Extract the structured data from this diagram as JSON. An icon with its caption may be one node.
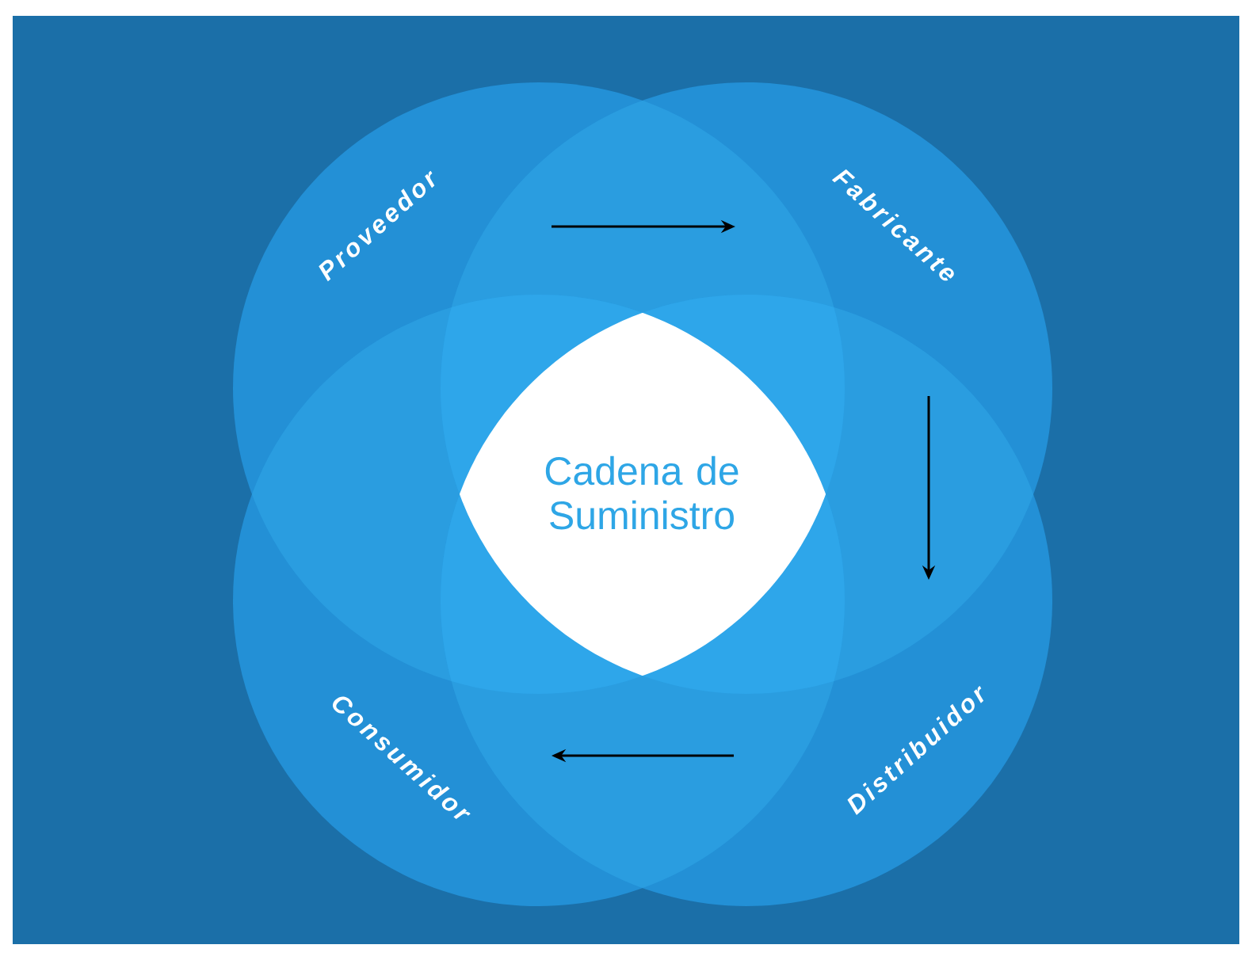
{
  "diagram": {
    "nodes": [
      {
        "text": [
          "Proveedor"
        ]
      },
      {
        "text": [
          "Fabricante"
        ]
      },
      {
        "text": [
          "Cadena de Suministro"
        ]
      },
      {
        "text": [
          "Consumidor"
        ]
      },
      {
        "text": [
          "Distribuidor"
        ]
      }
    ],
    "edges": [
      {
        "from": 0,
        "to": 1,
        "arrow": "to"
      },
      {
        "from": 1,
        "to": 4,
        "arrow": "to"
      },
      {
        "from": 4,
        "to": 3,
        "arrow": "to"
      }
    ]
  }
}
